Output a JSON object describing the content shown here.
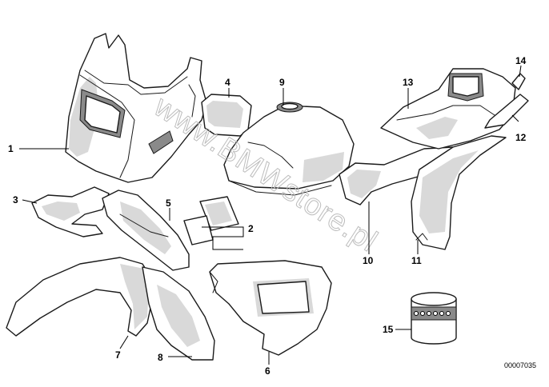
{
  "callouts": {
    "c1": "1",
    "c2": "2",
    "c3": "3",
    "c4": "4",
    "c5": "5",
    "c6": "6",
    "c7": "7",
    "c8": "8",
    "c9": "9",
    "c10": "10",
    "c11": "11",
    "c12": "12",
    "c13": "13",
    "c14": "14",
    "c15": "15"
  },
  "watermark": "www.BMWstore.pl",
  "diagram_ref": "00007035",
  "colors": {
    "line": "#1a1a1a",
    "shade": "#d9d9d9",
    "watermark": "#bdbdbd"
  }
}
